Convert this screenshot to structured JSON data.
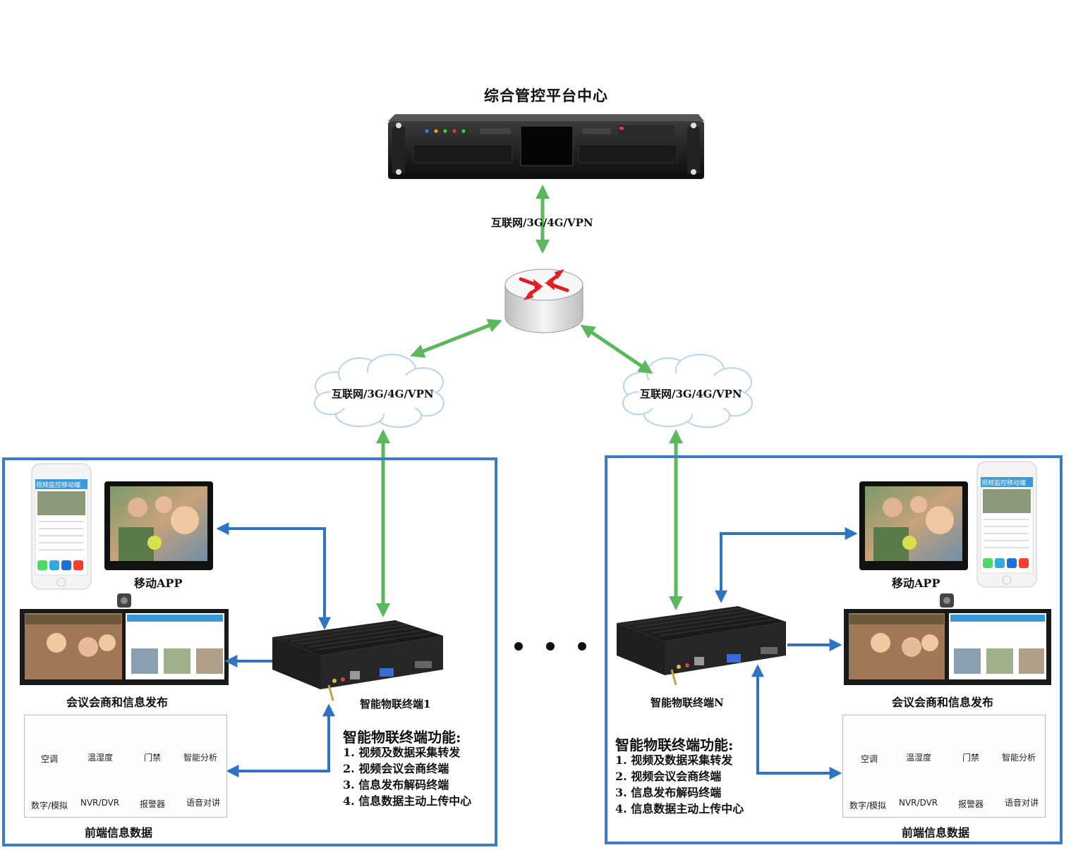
{
  "center": {
    "title": "综合管控平台中心"
  },
  "network": {
    "top_link": "互联网/3G/4G/VPN",
    "left_cloud": "互联网/3G/4G/VPN",
    "right_cloud": "互联网/3G/4G/VPN"
  },
  "left_site": {
    "mobile_app": "移动APP",
    "meeting": "会议会商和信息发布",
    "terminal": "智能物联终端1",
    "phone_header": "视频监控移动端",
    "frontend_title": "前端信息数据",
    "sensors": [
      "空调",
      "温湿度",
      "门禁",
      "智能分析",
      "数字/模拟",
      "NVR/DVR",
      "报警器",
      "语音对讲"
    ],
    "functions_title": "智能物联终端功能:",
    "functions": [
      "1. 视频及数据采集转发",
      "2. 视频会议会商终端",
      "3. 信息发布解码终端",
      "4. 信息数据主动上传中心"
    ]
  },
  "right_site": {
    "mobile_app": "移动APP",
    "meeting": "会议会商和信息发布",
    "terminal": "智能物联终端N",
    "phone_header": "视频监控移动端",
    "frontend_title": "前端信息数据",
    "sensors": [
      "空调",
      "温湿度",
      "门禁",
      "智能分析",
      "数字/模拟",
      "NVR/DVR",
      "报警器",
      "语音对讲"
    ],
    "functions_title": "智能物联终端功能:",
    "functions": [
      "1. 视频及数据采集转发",
      "2. 视频会议会商终端",
      "3. 信息发布解码终端",
      "4. 信息数据主动上传中心"
    ]
  },
  "colors": {
    "link_green": "#5cb85c",
    "box_blue": "#3b7cc9",
    "arrow_blue": "#2f74c0",
    "router_red": "#e02020"
  }
}
